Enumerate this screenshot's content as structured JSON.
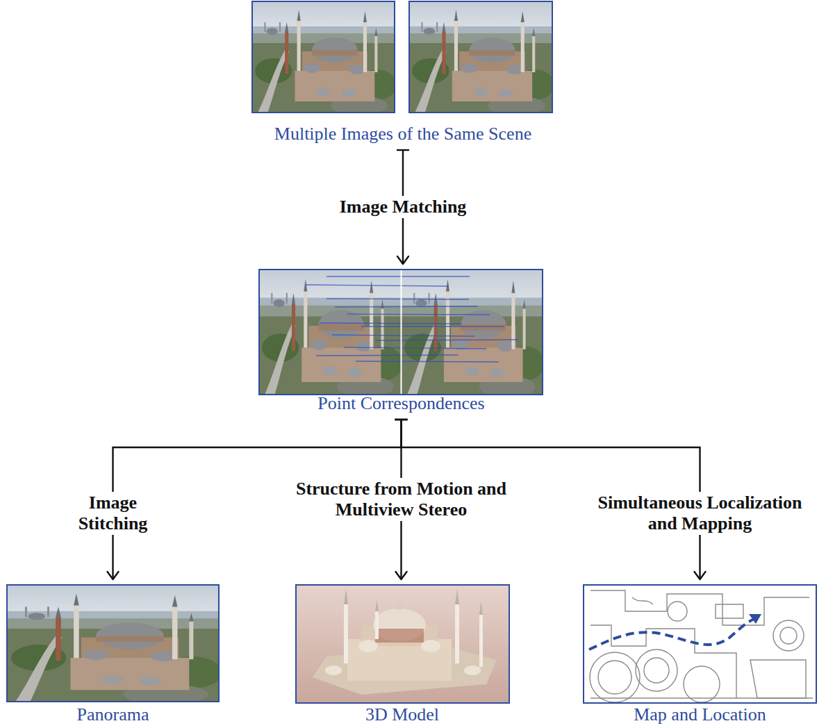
{
  "diagram": {
    "nodes": [
      {
        "text": [
          "Multiple Images of the Same Scene"
        ]
      },
      {
        "text": [
          "Point Correspondences"
        ]
      },
      {
        "text": [
          "Panorama"
        ]
      },
      {
        "text": [
          "3D Model"
        ]
      },
      {
        "text": [
          "Map and Location"
        ]
      }
    ],
    "edges": [
      {
        "from": 0,
        "to": 1,
        "arrow": "to",
        "label": "Image Matching"
      },
      {
        "from": 1,
        "to": 2,
        "arrow": "to",
        "label": "Image Stitching"
      },
      {
        "from": 1,
        "to": 3,
        "arrow": "to",
        "label": "Structure from Motion and Multiview Stereo"
      },
      {
        "from": 1,
        "to": 4,
        "arrow": "to",
        "label": "Simultaneous Localization and Mapping"
      }
    ]
  }
}
